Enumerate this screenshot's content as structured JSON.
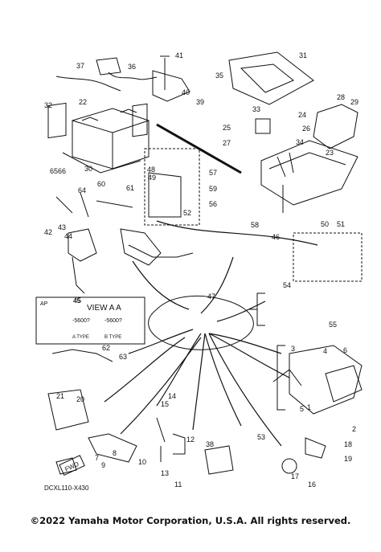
{
  "copyright": "©2022 Yamaha Motor Corporation, U.S.A. All rights reserved.",
  "drawing_code": "DCXL110-X430",
  "view_box": {
    "ap_label": "AP",
    "ref_number": "45",
    "view_title": "VIEW A A",
    "part_code_1": "-5600?",
    "part_code_2": "-5600?",
    "type_1": "A TYPE",
    "type_2": "B TYPE"
  },
  "callouts": [
    "1",
    "2",
    "3",
    "4",
    "5",
    "6",
    "7",
    "8",
    "9",
    "10",
    "11",
    "12",
    "13",
    "14",
    "15",
    "16",
    "17",
    "18",
    "19",
    "20",
    "21",
    "22",
    "23",
    "24",
    "25",
    "26",
    "27",
    "28",
    "29",
    "30",
    "31",
    "32",
    "33",
    "34",
    "35",
    "36",
    "37",
    "38",
    "39",
    "40",
    "41",
    "42",
    "43",
    "44",
    "45",
    "46",
    "47",
    "48",
    "49",
    "50",
    "51",
    "52",
    "53",
    "54",
    "55",
    "56",
    "57",
    "58",
    "59",
    "60",
    "61",
    "62",
    "63",
    "64",
    "65",
    "66"
  ],
  "label_text": {
    "warning_tag": "FWD"
  },
  "colors": {
    "line": "#111111",
    "background": "#ffffff"
  }
}
